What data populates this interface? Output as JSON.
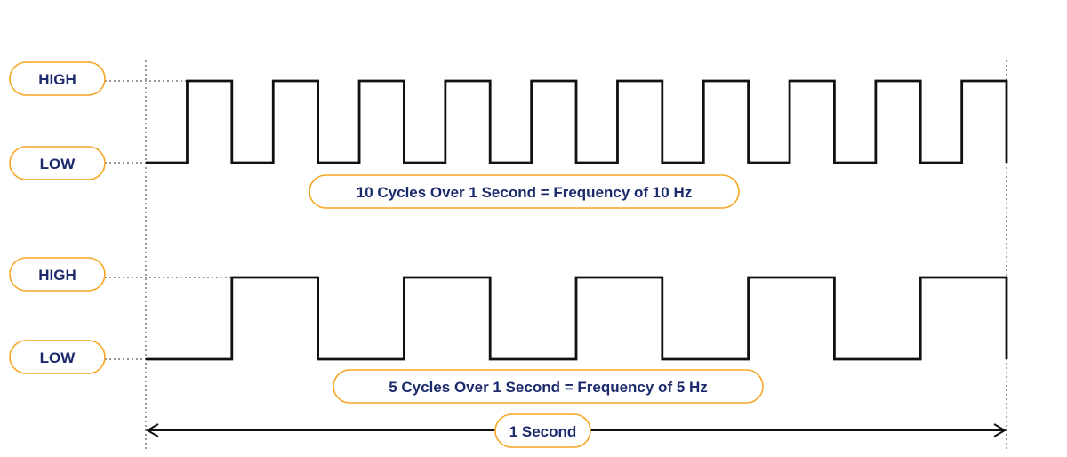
{
  "colors": {
    "pill_border": "#f5a623",
    "label_text": "#1b2a6b",
    "waveform": "#111111",
    "guide": "#333333"
  },
  "waveform_10hz": {
    "high_label": "HIGH",
    "low_label": "LOW",
    "caption": "10 Cycles Over 1 Second = Frequency of 10 Hz",
    "cycles": 10
  },
  "waveform_5hz": {
    "high_label": "HIGH",
    "low_label": "LOW",
    "caption": "5 Cycles Over 1 Second = Frequency of 5 Hz",
    "cycles": 5
  },
  "timeline": {
    "label": "1 Second"
  }
}
